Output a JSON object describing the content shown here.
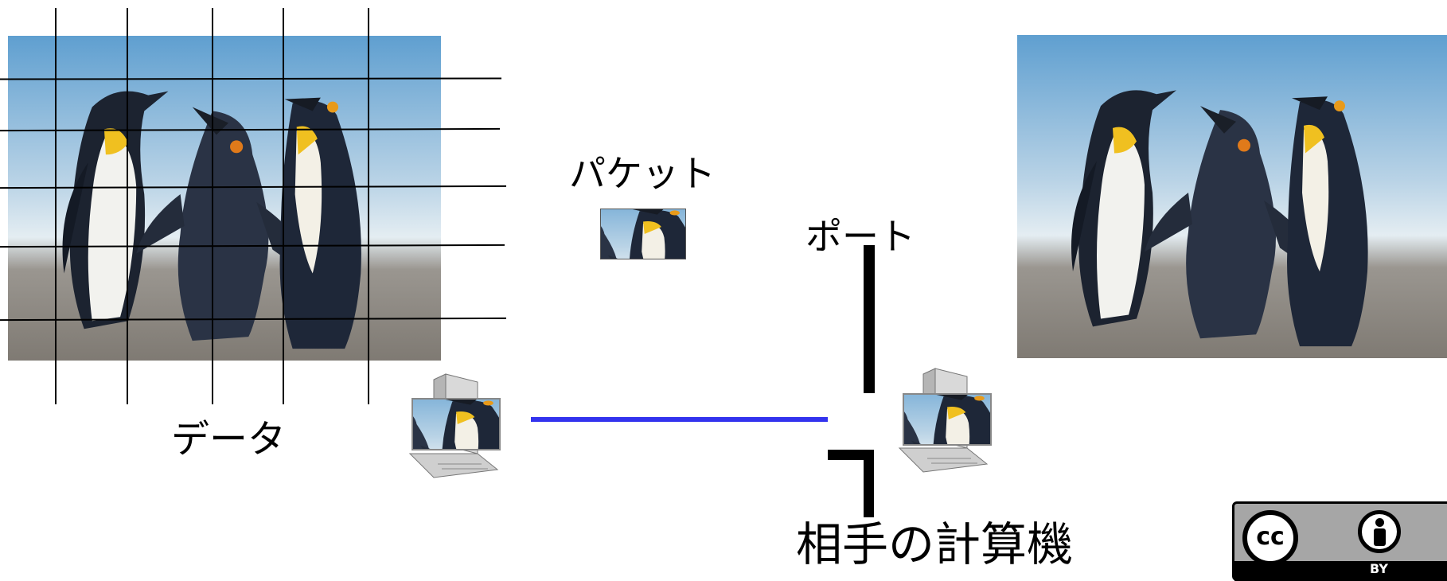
{
  "labels": {
    "data": "データ",
    "packet": "パケット",
    "port": "ポート",
    "remote_computer": "相手の計算機"
  },
  "license": {
    "cc": "cc",
    "by": "BY"
  },
  "colors": {
    "link_line": "#3333ee",
    "sky": "#9fc3dc",
    "sand": "#8f8a82"
  },
  "icons": [
    "penguins-photo",
    "computer-icon",
    "cc-icon",
    "person-icon"
  ]
}
